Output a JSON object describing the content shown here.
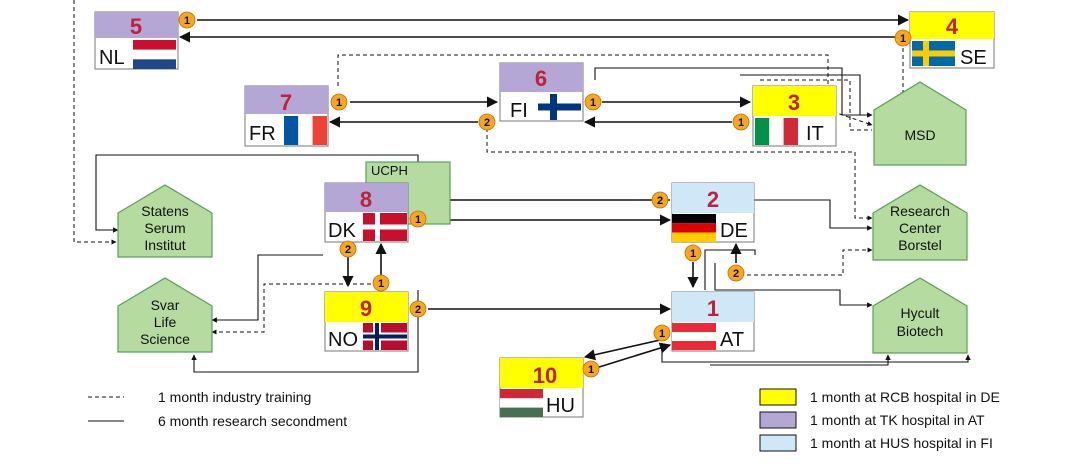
{
  "hospitals": {
    "nl": {
      "num": "5",
      "code": "NL"
    },
    "se": {
      "num": "4",
      "code": "SE"
    },
    "fr": {
      "num": "7",
      "code": "FR"
    },
    "fi": {
      "num": "6",
      "code": "FI"
    },
    "it": {
      "num": "3",
      "code": "IT"
    },
    "dk": {
      "num": "8",
      "code": "DK"
    },
    "de": {
      "num": "2",
      "code": "DE"
    },
    "no": {
      "num": "9",
      "code": "NO"
    },
    "at": {
      "num": "1",
      "code": "AT"
    },
    "hu": {
      "num": "10",
      "code": "HU"
    }
  },
  "ucph_label": "UCPH",
  "partners": {
    "msd": [
      "MSD"
    ],
    "ssi": [
      "Statens",
      "Serum",
      "Institut"
    ],
    "rcb": [
      "Research",
      "Center",
      "Borstel"
    ],
    "svar": [
      "Svar",
      "Life",
      "Science"
    ],
    "hycult": [
      "Hycult",
      "Biotech"
    ]
  },
  "badges": {
    "nl_se": "1",
    "se_nl": "1",
    "fr_fi": "1",
    "fi_it": "1",
    "it_fi": "1",
    "fi_fr": "2",
    "dk_de": "1",
    "de_dk": "2",
    "dk_no": "2",
    "no_dk": "1",
    "no_at": "2",
    "de_at": "1",
    "at_de": "2",
    "hu_at": "1",
    "at_hu": "1"
  },
  "legend": {
    "dashed": "1 month industry training",
    "solid": "6 month research secondment",
    "yellow": "1 month at RCB hospital in DE",
    "purple": "1 month at TK hospital in AT",
    "blue": "1 month at HUS hospital in FI"
  },
  "colors": {
    "yellow": "#ffff00",
    "purple": "#b4a7d6",
    "blue": "#cfe8f7",
    "partner_green": "#b6dba0",
    "partner_border": "#5aa05a",
    "badge": "#f5a623",
    "number_red": "#c0203a"
  }
}
